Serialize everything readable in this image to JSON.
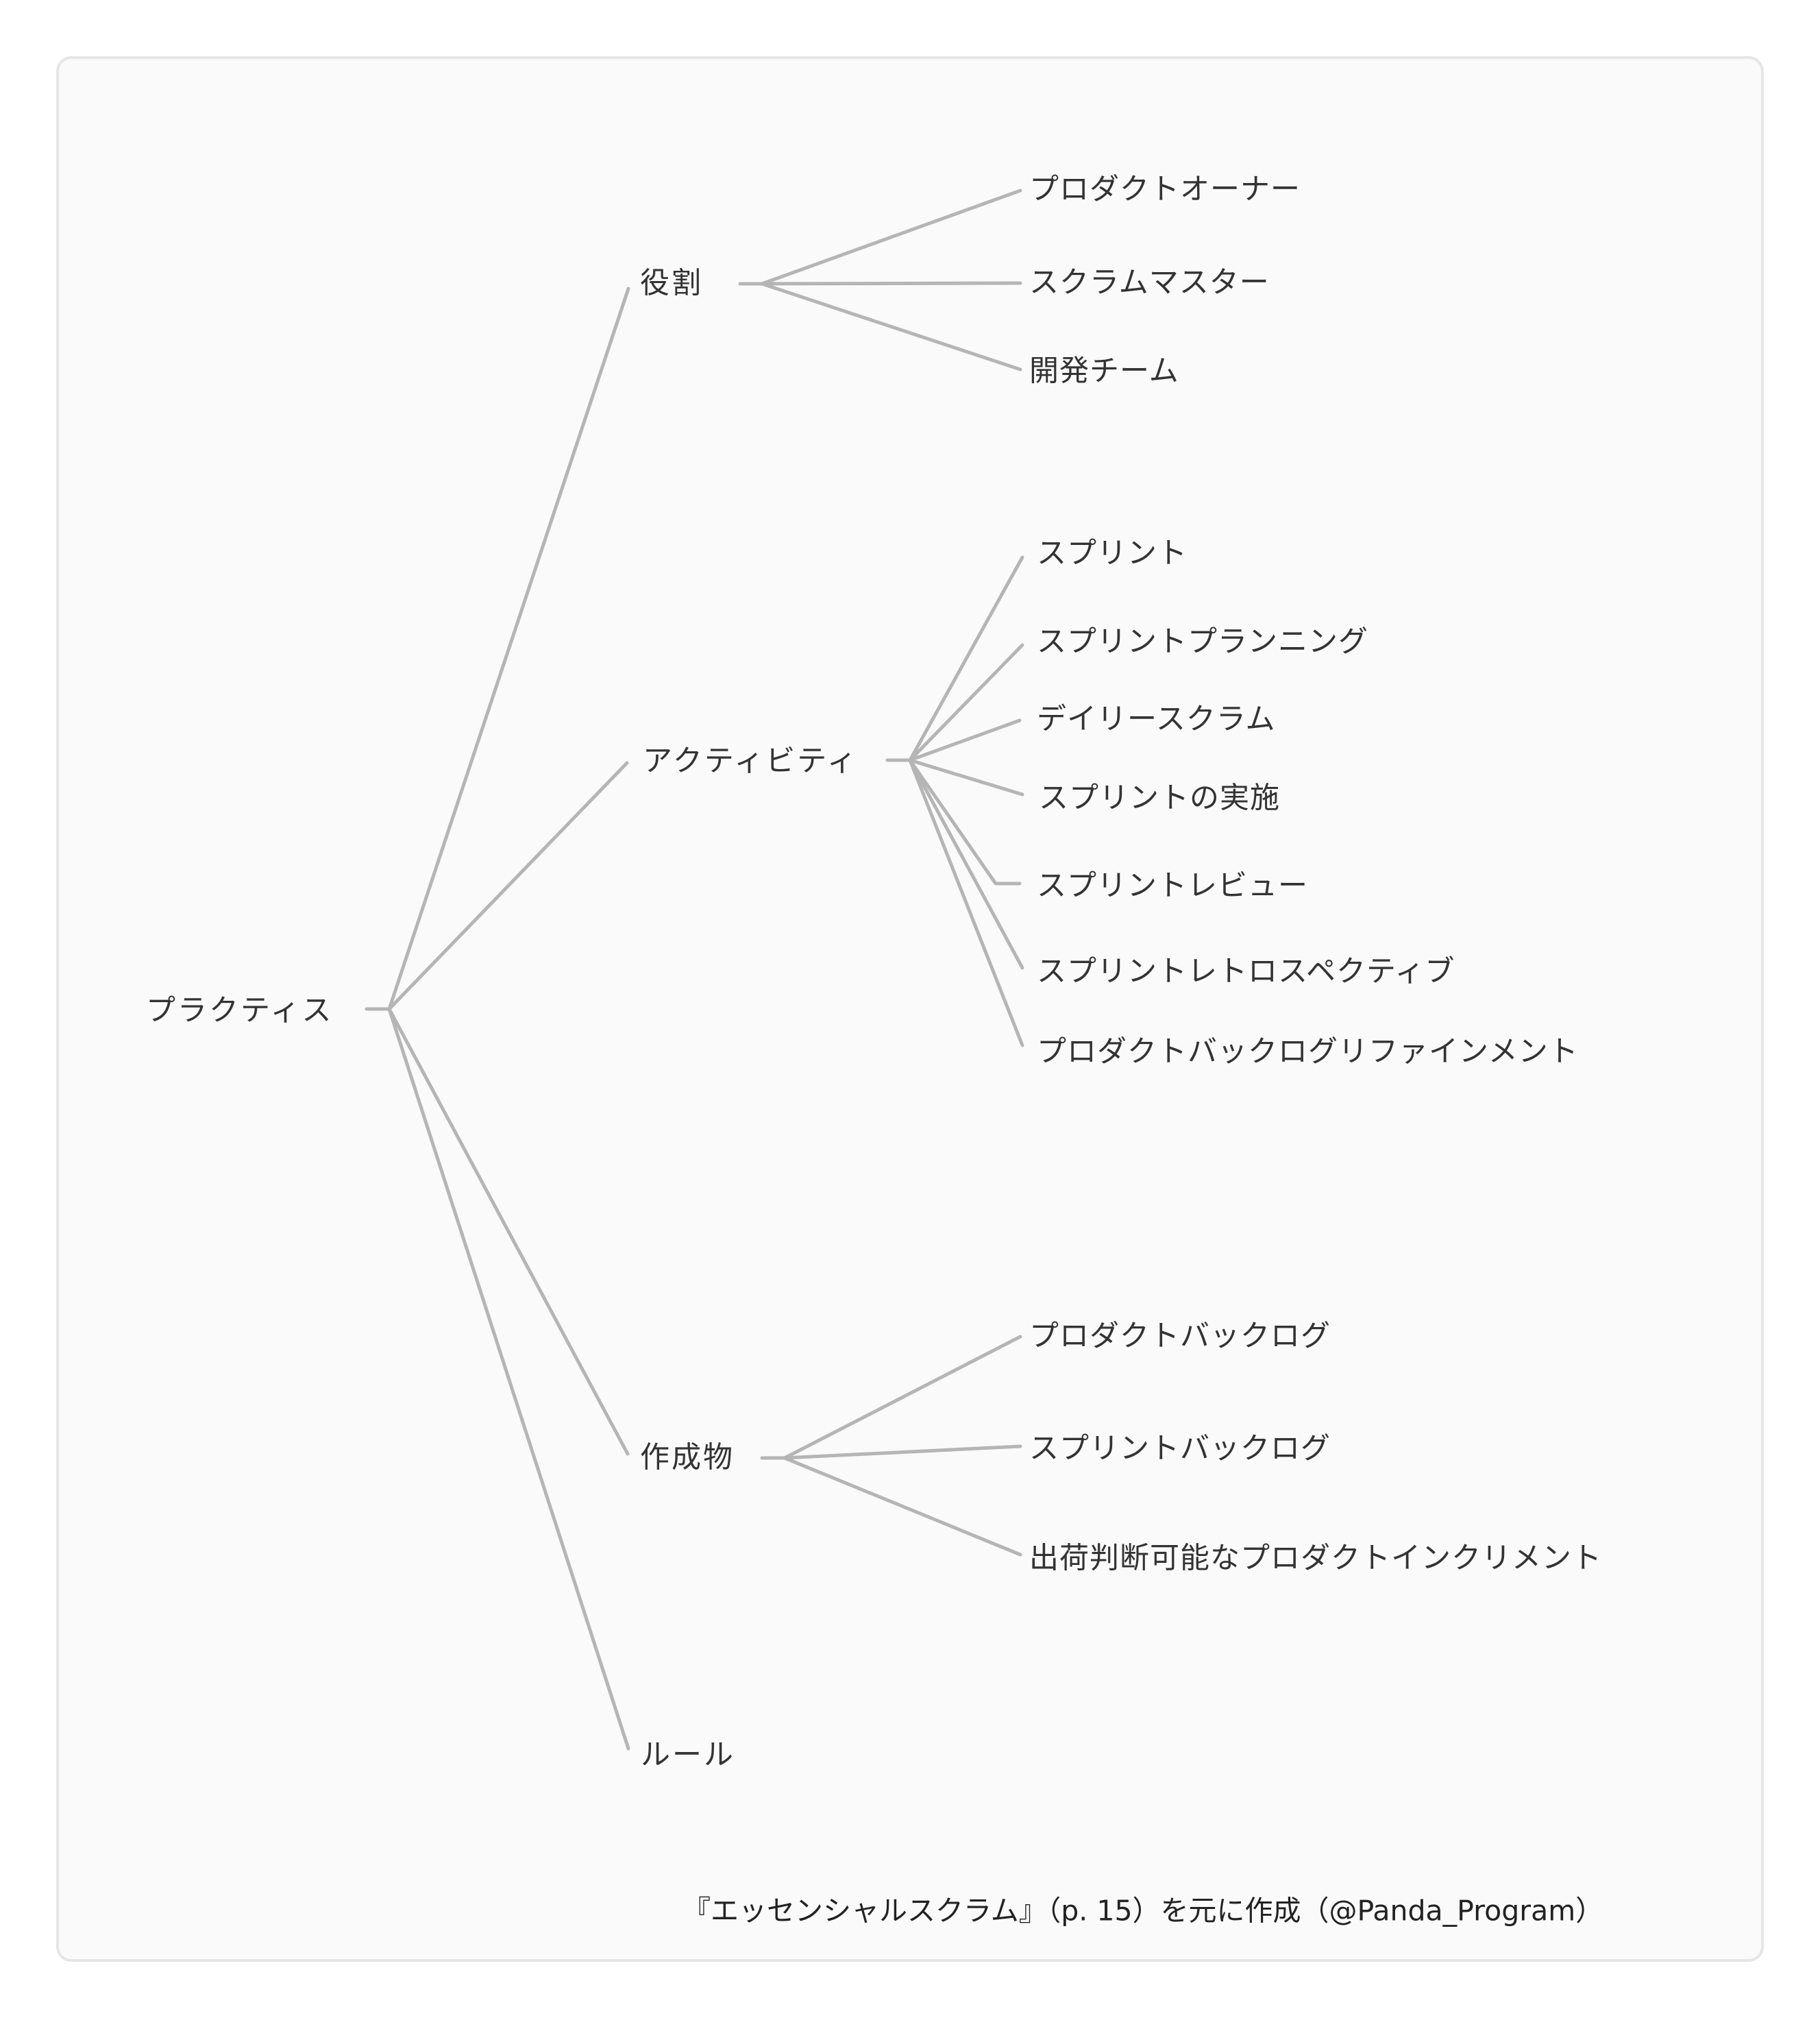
{
  "diagram": {
    "type": "mind-map / tree",
    "root": {
      "label": "プラクティス",
      "children": [
        {
          "label": "役割",
          "children": [
            {
              "label": "プロダクトオーナー"
            },
            {
              "label": "スクラムマスター"
            },
            {
              "label": "開発チーム"
            }
          ]
        },
        {
          "label": "アクティビティ",
          "children": [
            {
              "label": "スプリント"
            },
            {
              "label": "スプリントプランニング"
            },
            {
              "label": "デイリースクラム"
            },
            {
              "label": "スプリントの実施"
            },
            {
              "label": "スプリントレビュー"
            },
            {
              "label": "スプリントレトロスペクティブ"
            },
            {
              "label": "プロダクトバックログリファインメント"
            }
          ]
        },
        {
          "label": "作成物",
          "children": [
            {
              "label": "プロダクトバックログ"
            },
            {
              "label": "スプリントバックログ"
            },
            {
              "label": "出荷判断可能なプロダクトインクリメント"
            }
          ]
        },
        {
          "label": "ルール",
          "children": []
        }
      ]
    },
    "colors": {
      "line": "#b5b5b5",
      "text": "#333333",
      "background": "#fafafa",
      "border": "#e6e6e6"
    }
  },
  "footer": {
    "caption": "『エッセンシャルスクラム』（p. 15）を元に作成（@Panda_Program）"
  }
}
